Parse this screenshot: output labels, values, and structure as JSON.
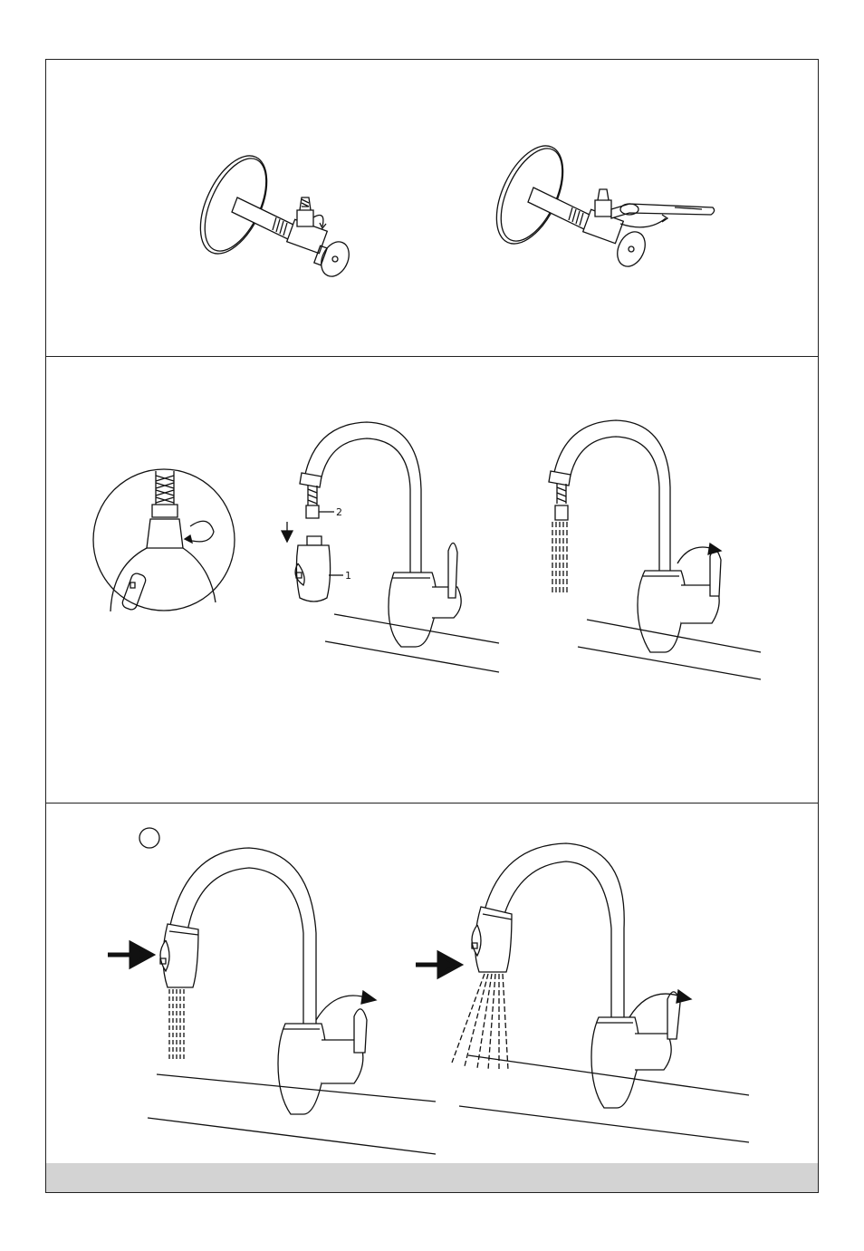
{
  "sections": [
    {
      "name": "valve-connection"
    },
    {
      "name": "aerator-flush"
    },
    {
      "name": "spray-modes"
    }
  ],
  "callouts": {
    "sprayhead_label": "1",
    "hose_label": "2"
  },
  "colors": {
    "line": "#111111",
    "footer_bar": "#d3d3d3"
  }
}
